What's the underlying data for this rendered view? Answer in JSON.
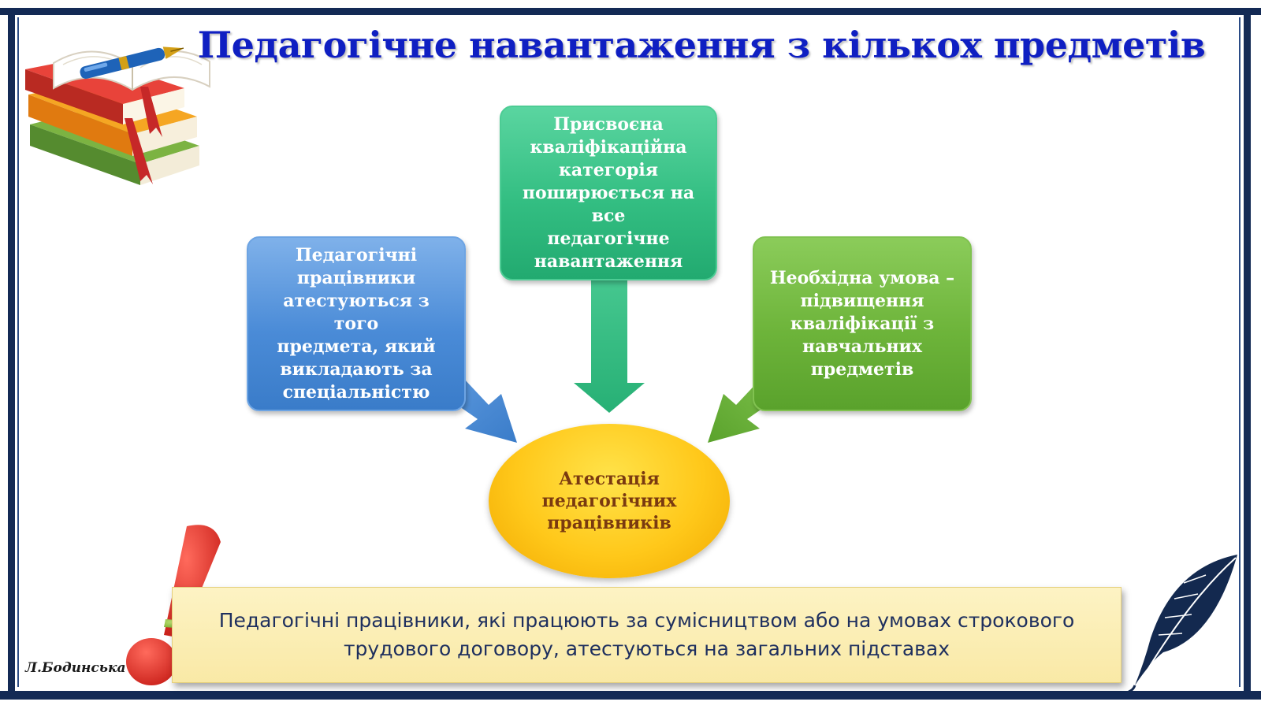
{
  "slide": {
    "title": "Педагогічне навантаження з кількох предметів",
    "boxes": {
      "left": "Педагогічні\nпрацівники\nатестуються з того\nпредмета, який\nвикладають за\nспеціальністю",
      "center": "Присвоєна\nкваліфікаційна\nкатегорія\nпоширюється на все\nпедагогічне\nнавантаження",
      "right": "Необхідна умова –\nпідвищення\nкваліфікації з\nнавчальних\nпредметів"
    },
    "center_node": "Атестація\nпедагогічних\nпрацівників",
    "note": "Педагогічні працівники, які працюють за сумісництвом або  на умовах строкового\nтрудового договору, атестуються на загальних підставах",
    "signature": "Л.Бодинська",
    "colors": {
      "frame": "#132a55",
      "title": "#0f1fc2",
      "blue_box": "#4a8bd7",
      "teal_box": "#33be82",
      "green_box": "#6db43a",
      "ellipse": "#ffc81a",
      "note_bg": "#fdf3c4",
      "exclamation": "#e8312a"
    },
    "icons": [
      "books-icon",
      "fountain-pen-icon",
      "exclamation-icon",
      "figure-icon",
      "quill-icon"
    ]
  }
}
